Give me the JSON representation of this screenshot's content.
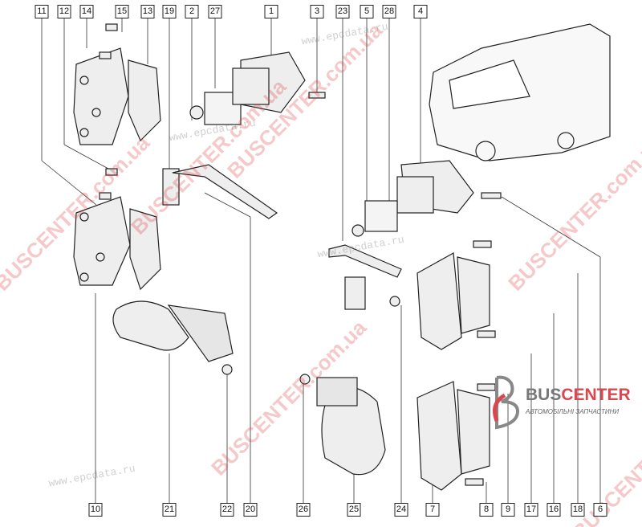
{
  "top_labels": [
    "11",
    "12",
    "14",
    "15",
    "13",
    "19",
    "2",
    "27",
    "1",
    "3",
    "23",
    "5",
    "28",
    "4"
  ],
  "bottom_labels": [
    "10",
    "21",
    "22",
    "20",
    "26",
    "25",
    "24",
    "7",
    "8",
    "9",
    "17",
    "16",
    "18",
    "6"
  ],
  "watermark": "BUSCENTER.com.ua",
  "watermark_site": "www.epcdata.ru",
  "logo": {
    "part1": "BUS",
    "part2": "CENTER",
    "tagline": "АВТОМОБІЛЬНІ ЗАПЧАСТИНИ"
  }
}
